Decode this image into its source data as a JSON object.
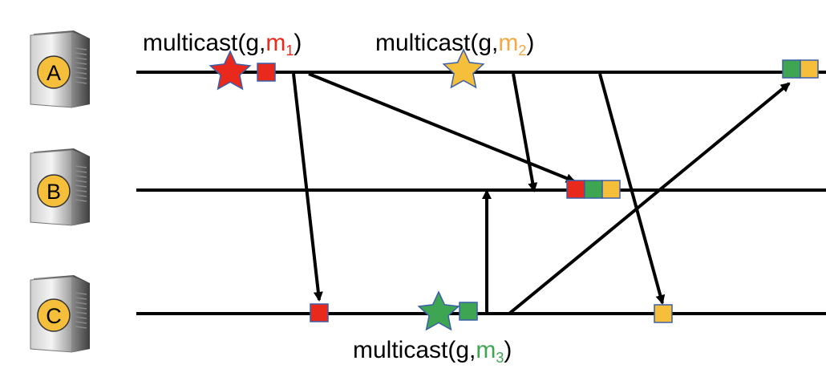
{
  "processes": [
    {
      "id": "A",
      "label": "A"
    },
    {
      "id": "B",
      "label": "B"
    },
    {
      "id": "C",
      "label": "C"
    }
  ],
  "labels": {
    "m1": {
      "prefix": "multicast(g,",
      "msg": "m",
      "sub": "1",
      "suffix": ")",
      "color": "#e8291c"
    },
    "m2": {
      "prefix": "multicast(g,",
      "msg": "m",
      "sub": "2",
      "suffix": ")",
      "color": "#f4a742"
    },
    "m3": {
      "prefix": "multicast(g,",
      "msg": "m",
      "sub": "3",
      "suffix": ")",
      "color": "#3ea652"
    }
  },
  "colors": {
    "red": "#e8291c",
    "orange": "#f5bf3c",
    "green": "#3ea652",
    "badge": "#f5bf3c",
    "square_border": "#3b5fa8",
    "line": "#000000"
  },
  "icons": {
    "server": "server-icon",
    "star": "star-icon",
    "square": "message-square-icon"
  }
}
